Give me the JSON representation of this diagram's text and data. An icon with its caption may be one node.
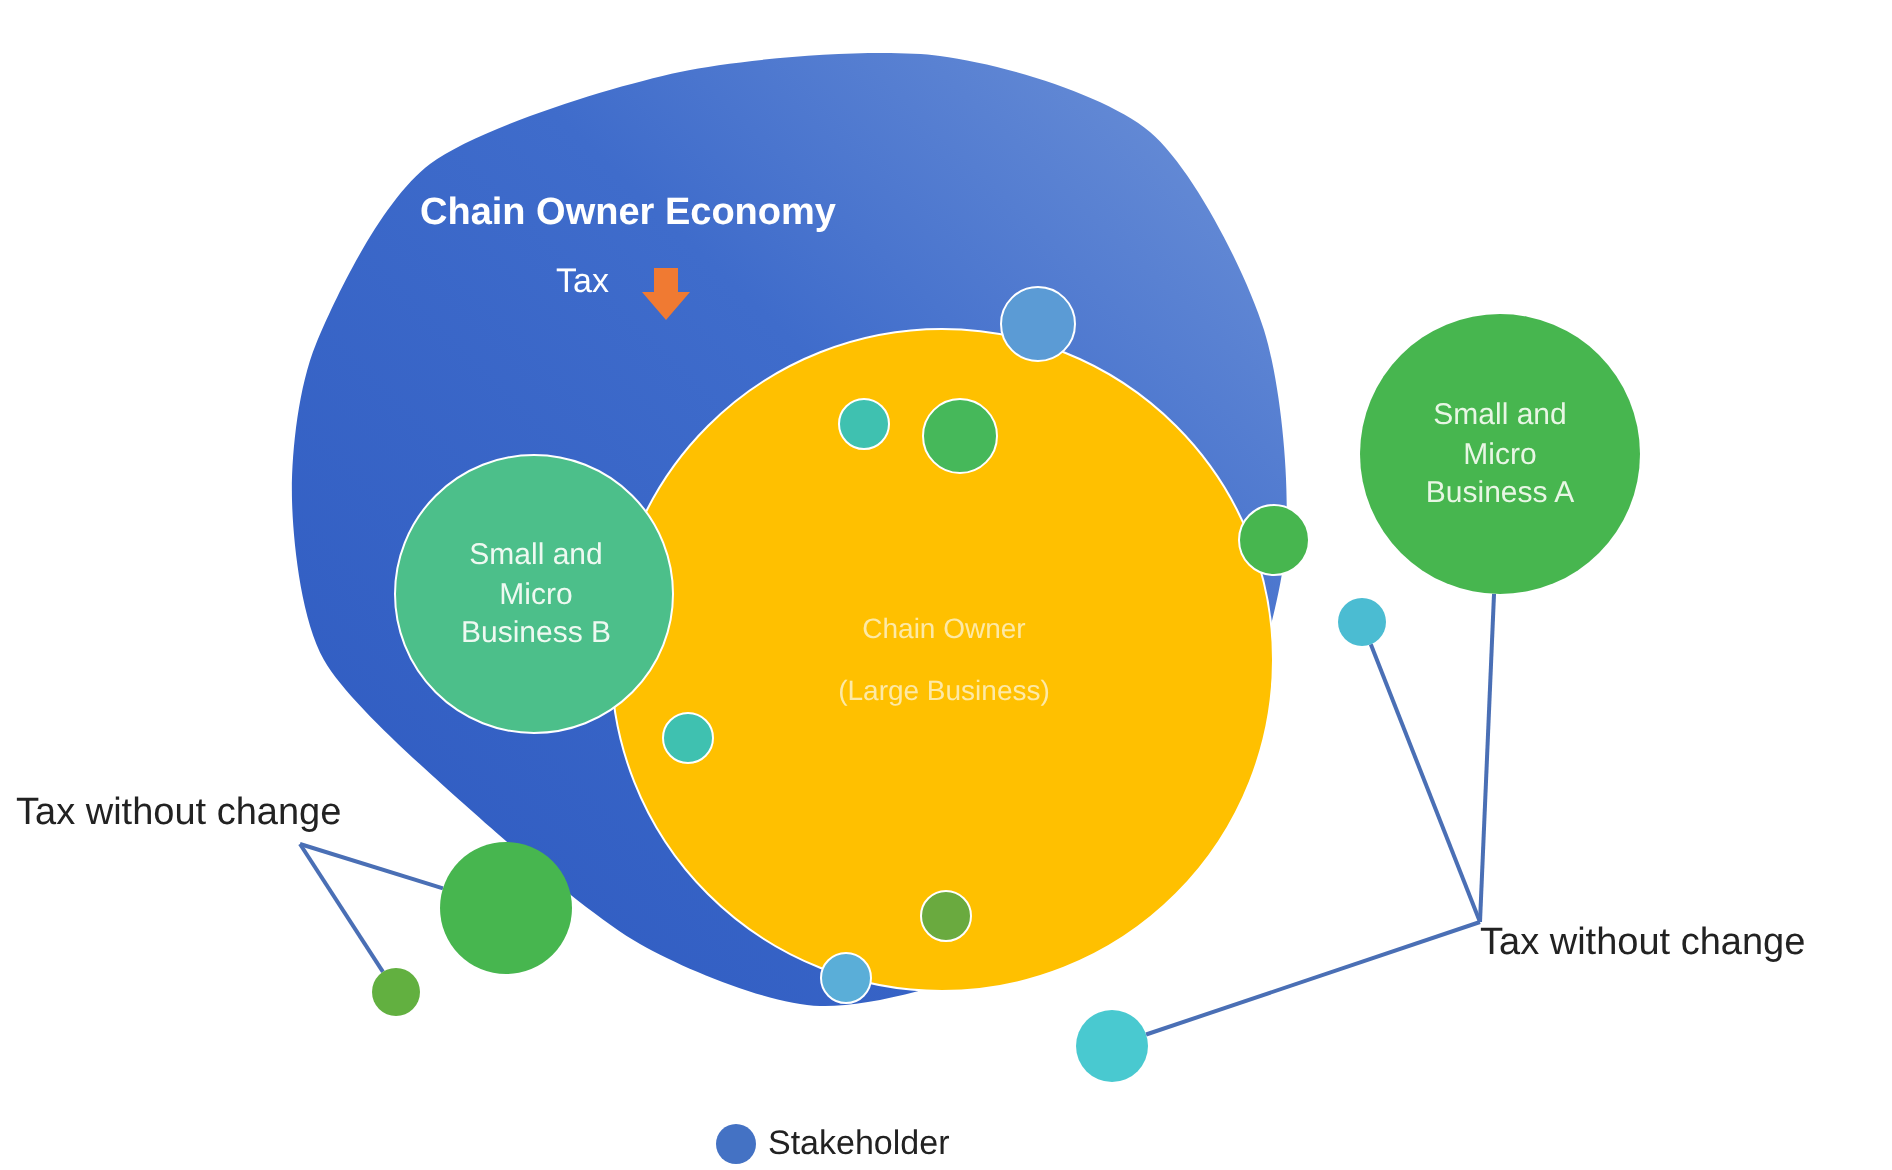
{
  "diagram": {
    "nodes": [
      {
        "text": [
          "Chain Owner Economy",
          "Tax"
        ]
      },
      {
        "text": [],
        "shape": "circle",
        "in": 0
      },
      {
        "text": [
          "Chain Owner (Large Business)"
        ],
        "in": 0
      },
      {
        "text": [],
        "shape": "circle",
        "in": 2
      },
      {
        "text": [],
        "shape": "circle",
        "in": 2
      },
      {
        "text": [
          "Small and Micro Business A"
        ]
      },
      {
        "text": [],
        "shape": "circle"
      },
      {
        "text": [
          "Small and Micro Business B"
        ],
        "in": 0
      },
      {
        "text": [],
        "shape": "circle"
      },
      {
        "text": [],
        "shape": "circle",
        "in": 2
      },
      {
        "text": [
          "Tax without change"
        ]
      },
      {
        "text": [],
        "shape": "circle"
      },
      {
        "text": [],
        "shape": "circle",
        "in": 2
      },
      {
        "text": [],
        "shape": "circle",
        "in": 0
      },
      {
        "text": [],
        "shape": "circle"
      },
      {
        "text": [
          "Tax without change"
        ]
      },
      {
        "text": [],
        "shape": "circle"
      }
    ],
    "edges": [
      {
        "from": 10,
        "to": 11,
        "arrow": "none"
      },
      {
        "from": 10,
        "to": 14,
        "arrow": "none"
      },
      {
        "from": 15,
        "to": 8,
        "arrow": "none"
      },
      {
        "from": 15,
        "to": 5,
        "arrow": "none"
      },
      {
        "from": 15,
        "to": 16,
        "arrow": "none"
      }
    ],
    "legend": [
      {
        "text": "Stakeholder",
        "color": "#4472c4"
      }
    ]
  }
}
